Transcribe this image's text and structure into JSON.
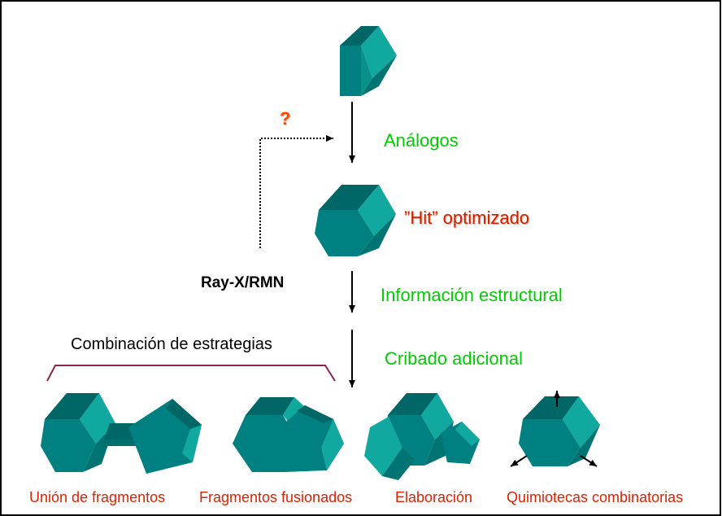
{
  "labels": {
    "question": "?",
    "analogs": "Análogos",
    "hit": "”Hit” optimizado",
    "xray": "Ray-X/RMN",
    "structural_info": "Información estructural",
    "strategies": "Combinación de estrategias",
    "additional_screening": "Cribado adicional"
  },
  "captions": [
    "Unión de fragmentos",
    "Fragmentos fusionados",
    "Elaboración",
    "Quimiotecas combinatorias"
  ],
  "colors": {
    "shape_front": "#008080",
    "shape_top": "#006666",
    "shape_light": "#11a8a0",
    "shape_dark": "#006d6d",
    "green_text": "#00cc00",
    "red_text": "#cc2200",
    "bracket": "#8b2252"
  }
}
